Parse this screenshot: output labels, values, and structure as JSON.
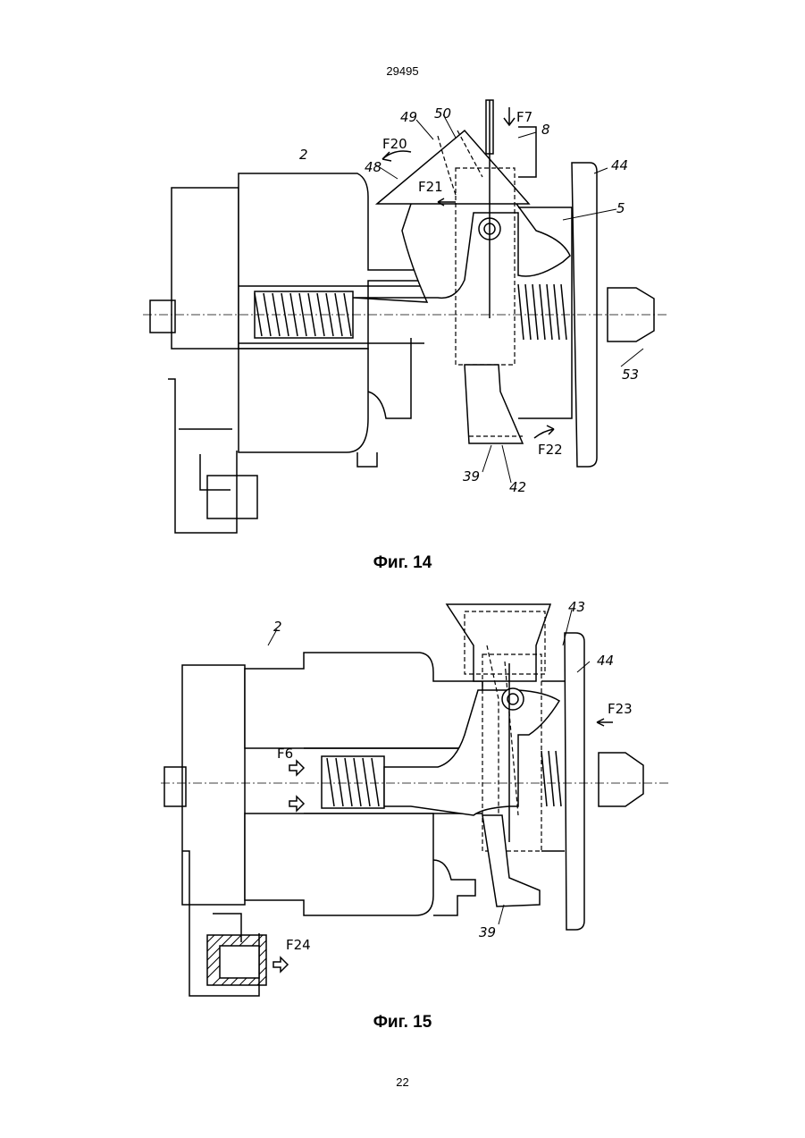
{
  "header": {
    "doc_number": "29495"
  },
  "footer": {
    "page_number": "22"
  },
  "figures": [
    {
      "caption": "Фиг. 14",
      "labels": {
        "l2": "2",
        "l48": "48",
        "l49": "49",
        "l50": "50",
        "l8": "8",
        "lF7": "F7",
        "lF20": "F20",
        "lF21": "F21",
        "l44": "44",
        "l5": "5",
        "l53": "53",
        "lF22": "F22",
        "l39": "39",
        "l42": "42"
      }
    },
    {
      "caption": "Фиг. 15",
      "labels": {
        "l2": "2",
        "l43": "43",
        "l44": "44",
        "lF23": "F23",
        "lF6": "F6",
        "lF24": "F24",
        "l39": "39"
      }
    }
  ]
}
